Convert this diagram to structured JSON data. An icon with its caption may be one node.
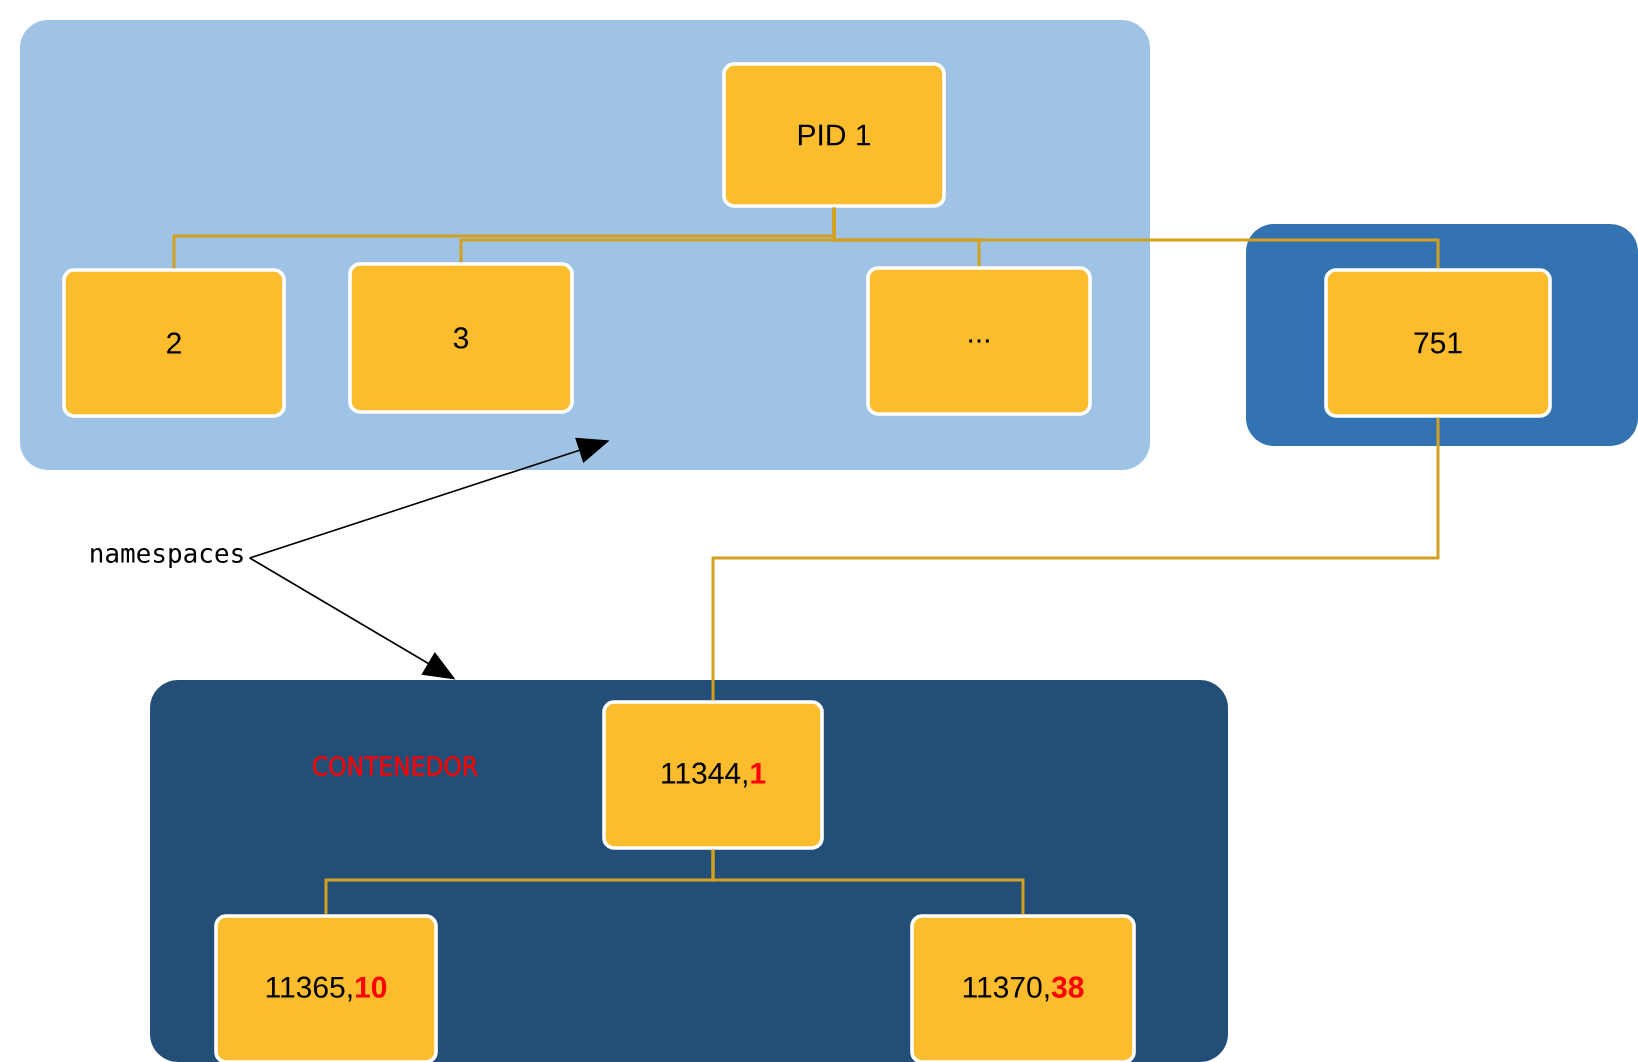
{
  "diagram": {
    "nodes": [
      {
        "text": [],
        "shape": "box"
      },
      {
        "text": [
          "PID 1"
        ],
        "in": 0
      },
      {
        "text": [
          "2"
        ],
        "in": 0
      },
      {
        "text": [
          "3"
        ],
        "in": 0
      },
      {
        "text": [
          "..."
        ],
        "in": 0
      },
      {
        "text": [],
        "shape": "box"
      },
      {
        "text": [
          "751"
        ],
        "in": 5
      },
      {
        "text": [
          "namespaces"
        ]
      },
      {
        "text": [
          "CONTENEDOR"
        ]
      },
      {
        "text": [
          "11344,**1**"
        ],
        "in": 8
      },
      {
        "text": [
          "11365,**10**"
        ],
        "in": 8
      },
      {
        "text": [
          "11370,**38**"
        ],
        "in": 8
      }
    ],
    "edges": [
      {
        "from": 1,
        "to": 2,
        "arrow": "none"
      },
      {
        "from": 1,
        "to": 3,
        "arrow": "none"
      },
      {
        "from": 1,
        "to": 4,
        "arrow": "none"
      },
      {
        "from": 1,
        "to": 6,
        "arrow": "none"
      },
      {
        "from": 6,
        "to": 9,
        "arrow": "none"
      },
      {
        "from": 9,
        "to": 10,
        "arrow": "none"
      },
      {
        "from": 9,
        "to": 11,
        "arrow": "none"
      },
      {
        "from": 7,
        "to": 0,
        "arrow": "to",
        "color": "#000000"
      },
      {
        "from": 7,
        "to": 8,
        "arrow": "to",
        "color": "#000000"
      }
    ]
  }
}
